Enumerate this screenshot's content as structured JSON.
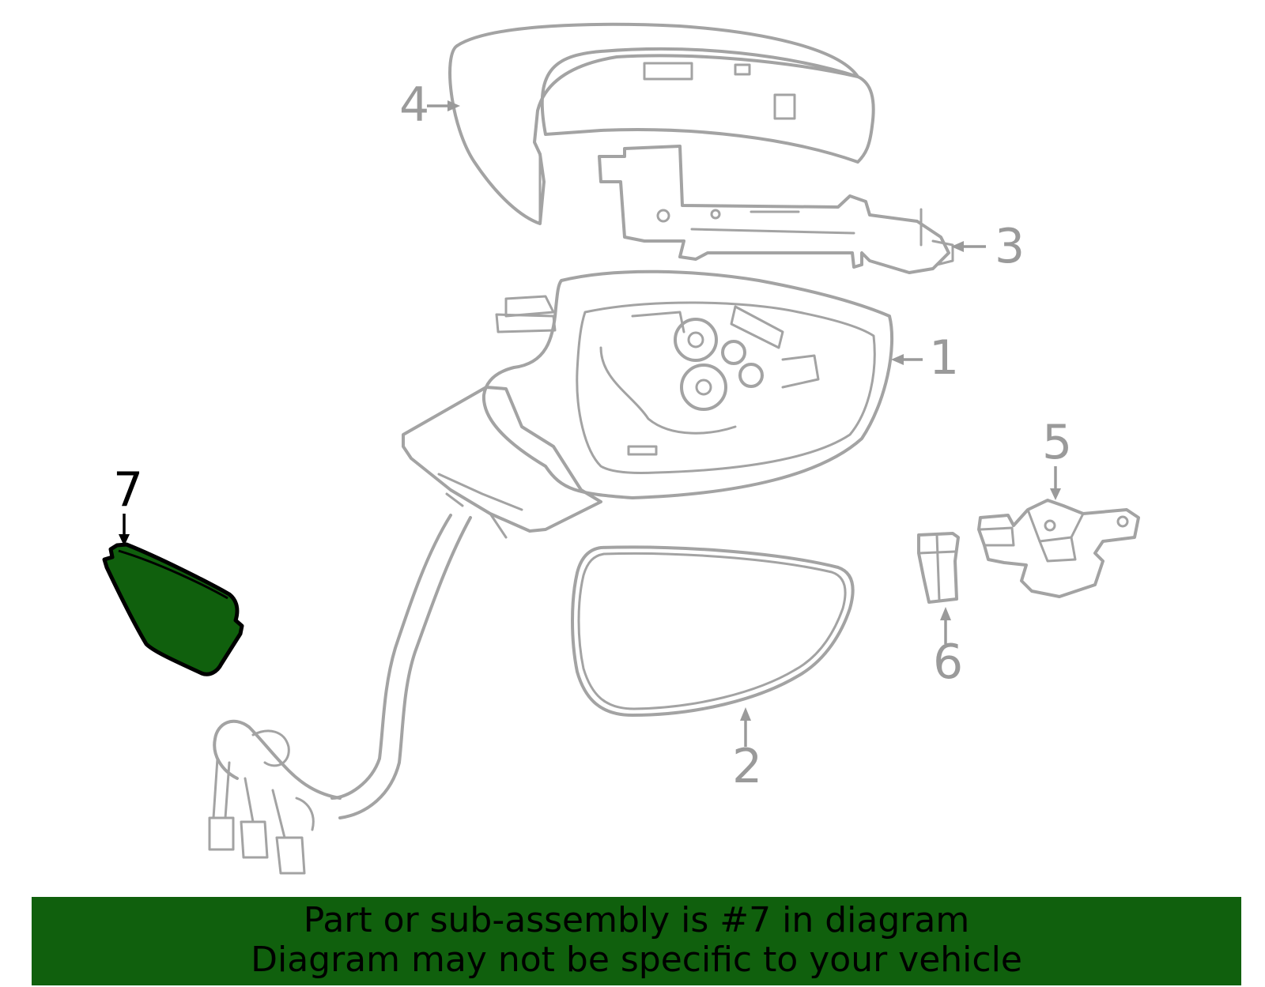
{
  "callouts": {
    "c1": "1",
    "c2": "2",
    "c3": "3",
    "c4": "4",
    "c5": "5",
    "c6": "6",
    "c7": "7"
  },
  "highlight": {
    "part_number": "7",
    "fill_color": "#10600d",
    "outline_color": "#000000"
  },
  "banner": {
    "line1": "Part or sub-assembly is #7 in diagram",
    "line2": "Diagram may not be specific to your vehicle",
    "background_color": "#10600d"
  }
}
